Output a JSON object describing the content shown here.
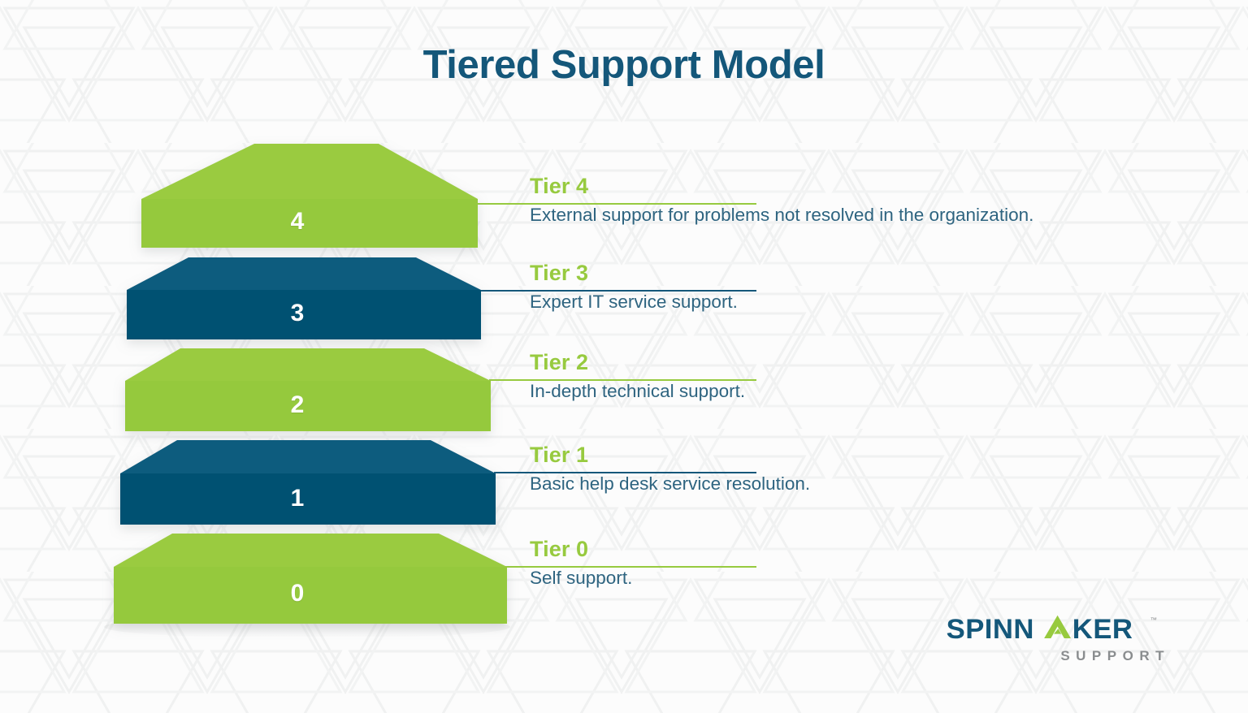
{
  "slide": {
    "title": "Tiered Support Model",
    "background_color": "#fcfcfc",
    "pattern_color": "#f1f2f2"
  },
  "colors": {
    "green": "#97CA3F",
    "green_top": "#9ACB40",
    "navy": "#015172",
    "navy_top": "#0A5C7E",
    "title": "#14577A",
    "description": "#2E6480",
    "logo_gray": "#8A8D8F"
  },
  "pyramid": {
    "levels": [
      {
        "number": "4",
        "color_key": "green",
        "color": "#97CA3F"
      },
      {
        "number": "3",
        "color_key": "navy",
        "color": "#015172"
      },
      {
        "number": "2",
        "color_key": "green",
        "color": "#97CA3F"
      },
      {
        "number": "1",
        "color_key": "navy",
        "color": "#015172"
      },
      {
        "number": "0",
        "color_key": "green",
        "color": "#97CA3F"
      }
    ]
  },
  "tiers": [
    {
      "name": "Tier 4",
      "description": "External support for problems not resolved in the organization.",
      "accent": "#97CA3F"
    },
    {
      "name": "Tier 3",
      "description": "Expert IT service support.",
      "accent": "#14577A"
    },
    {
      "name": "Tier 2",
      "description": "In-depth technical support.",
      "accent": "#97CA3F"
    },
    {
      "name": "Tier 1",
      "description": "Basic help desk service resolution.",
      "accent": "#14577A"
    },
    {
      "name": "Tier 0",
      "description": "Self support.",
      "accent": "#97CA3F"
    }
  ],
  "logo": {
    "word_part_1": "SPINN",
    "word_letter_a": "A",
    "word_part_2": "KER",
    "subtitle": "SUPPORT",
    "trademark": "™"
  }
}
